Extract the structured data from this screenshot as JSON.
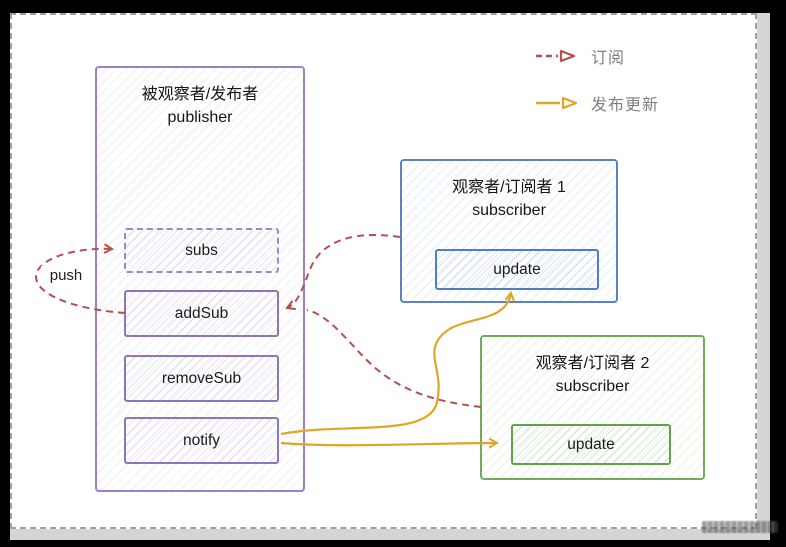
{
  "legend": {
    "items": [
      {
        "label": "订阅",
        "arrow": "dashed-red-arrow",
        "color": "#b5504a"
      },
      {
        "label": "发布更新",
        "arrow": "solid-yellow-arrow",
        "color": "#e0a526"
      }
    ]
  },
  "publisher": {
    "title_line1": "被观察者/发布者",
    "title_line2": "publisher",
    "methods": [
      {
        "label": "subs",
        "border_style": "dashed"
      },
      {
        "label": "addSub",
        "border_style": "solid"
      },
      {
        "label": "removeSub",
        "border_style": "solid"
      },
      {
        "label": "notify",
        "border_style": "solid"
      }
    ]
  },
  "subscribers": [
    {
      "title_line1": "观察者/订阅者 1",
      "title_line2": "subscriber",
      "method_label": "update",
      "accent": "#5b83c2"
    },
    {
      "title_line1": "观察者/订阅者 2",
      "title_line2": "subscriber",
      "method_label": "update",
      "accent": "#6fad57"
    }
  ],
  "annotations": {
    "push_label": "push"
  },
  "colors": {
    "publisher_accent": "#9c80c2",
    "subscribe_arrow": "#b5504a",
    "publish_arrow": "#e0a526",
    "selection_border": "#a0a0a0",
    "canvas_background": "#ffffff",
    "page_background": "#000000"
  }
}
